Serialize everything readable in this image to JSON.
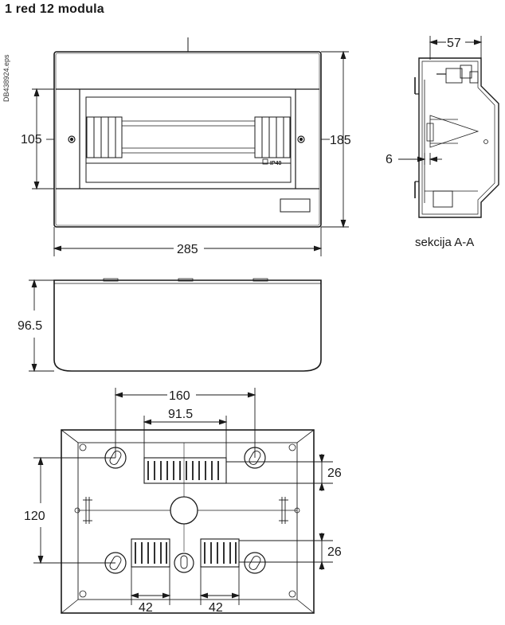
{
  "title": "1 red 12 modula",
  "file_ref": "DB438924.eps",
  "front": {
    "dim_height_inner": "105",
    "dim_height_outer": "185",
    "dim_width": "285",
    "badge": "IP40"
  },
  "section": {
    "dim_depth": "57",
    "dim_wall": "6",
    "caption": "sekcija A-A"
  },
  "side": {
    "dim_height": "96.5"
  },
  "rear": {
    "dim_hole_spacing": "160",
    "dim_rail_width": "91.5",
    "dim_vertical": "120",
    "dim_slot_top": "26",
    "dim_slot_bottom": "26",
    "dim_slot_left": "42",
    "dim_slot_right": "42"
  }
}
